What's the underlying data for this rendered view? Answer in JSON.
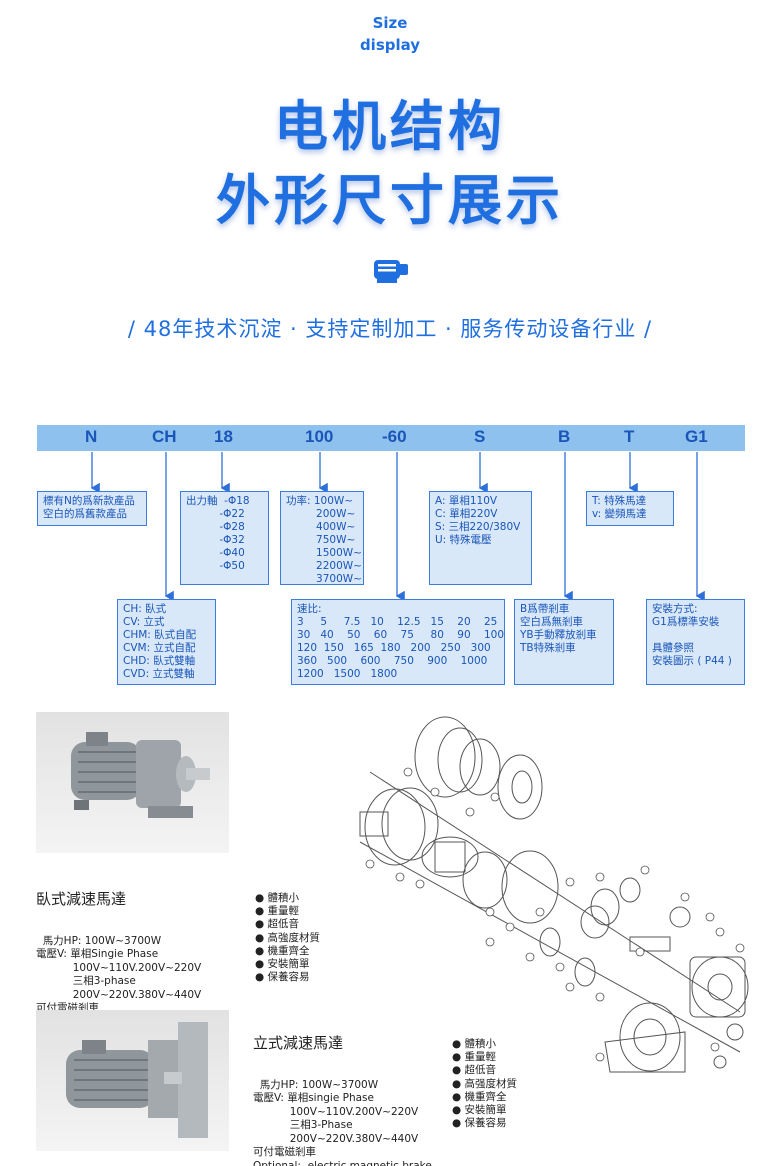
{
  "header": {
    "size_line1": "Size",
    "size_line2": "display",
    "title_line1": "电机结构",
    "title_line2": "外形尺寸展示",
    "icon": "motor-icon",
    "slogan": "/ 48年技术沉淀 · 支持定制加工 · 服务传动设备行业 /"
  },
  "model_code": {
    "segments": [
      "N",
      "CH",
      "18",
      "100",
      "-60",
      "S",
      "B",
      "T",
      "G1"
    ],
    "boxes": {
      "n": "標有N的爲新款產品\n空白的爲舊款產品",
      "shaft": "出力軸  -Φ18\n          -Φ22\n          -Φ28\n          -Φ32\n          -Φ40\n          -Φ50",
      "power": "功率: 100W~\n         200W~\n         400W~\n         750W~\n         1500W~\n         2200W~\n         3700W~",
      "voltage": "A: 單相110V\nC: 單相220V\nS: 三相220/380V\nU: 特殊電壓",
      "motor_type": "T: 特殊馬達\nv: 變頻馬達",
      "mount_type": "CH: 臥式\nCV: 立式\nCHM: 臥式自配\nCVM: 立式自配\nCHD: 臥式雙軸\nCVD: 立式雙軸",
      "ratio": "速比:\n3     5     7.5   10    12.5   15    20    25\n30   40    50    60    75     80    90    100\n120  150   165  180   200   250   300\n360   500    600    750    900    1000\n1200   1500   1800",
      "brake": "B爲帶剎車\n空白爲無剎車\nYB手動釋放剎車\nTB特殊剎車",
      "install": "安裝方式:\nG1爲標準安裝\n\n具體參照\n安裝圖示 ( P44 )"
    }
  },
  "horizontal": {
    "heading": "臥式減速馬達",
    "specs": "馬力HP: 100W~3700W\n電壓V: 單相Singie Phase\n           100V~110V.200V~220V\n           三相3-phase\n           200V~220V.380V~440V\n可付電磁剎車\nOptional: electric magnetic brake",
    "features": "● 體積小\n● 重量輕\n● 超低音\n● 高強度材質\n● 機重齊全\n● 安裝簡單\n● 保養容易"
  },
  "vertical": {
    "heading": "立式減速馬達",
    "specs": "馬力HP: 100W~3700W\n電壓V: 單相singie Phase\n           100V~110V.200V~220V\n           三相3-Phase\n           200V~220V.380V~440V\n可付電磁剎車\nOptional:  electric magnetic brake",
    "features": "● 體積小\n● 重量輕\n● 超低音\n● 高强度材質\n● 機重齊全\n● 安裝簡單\n● 保養容易"
  },
  "colors": {
    "accent": "#1f6fe0",
    "bar": "#8fc1ef",
    "box_fill": "#d8e8f9",
    "box_border": "#3b7ddd"
  }
}
